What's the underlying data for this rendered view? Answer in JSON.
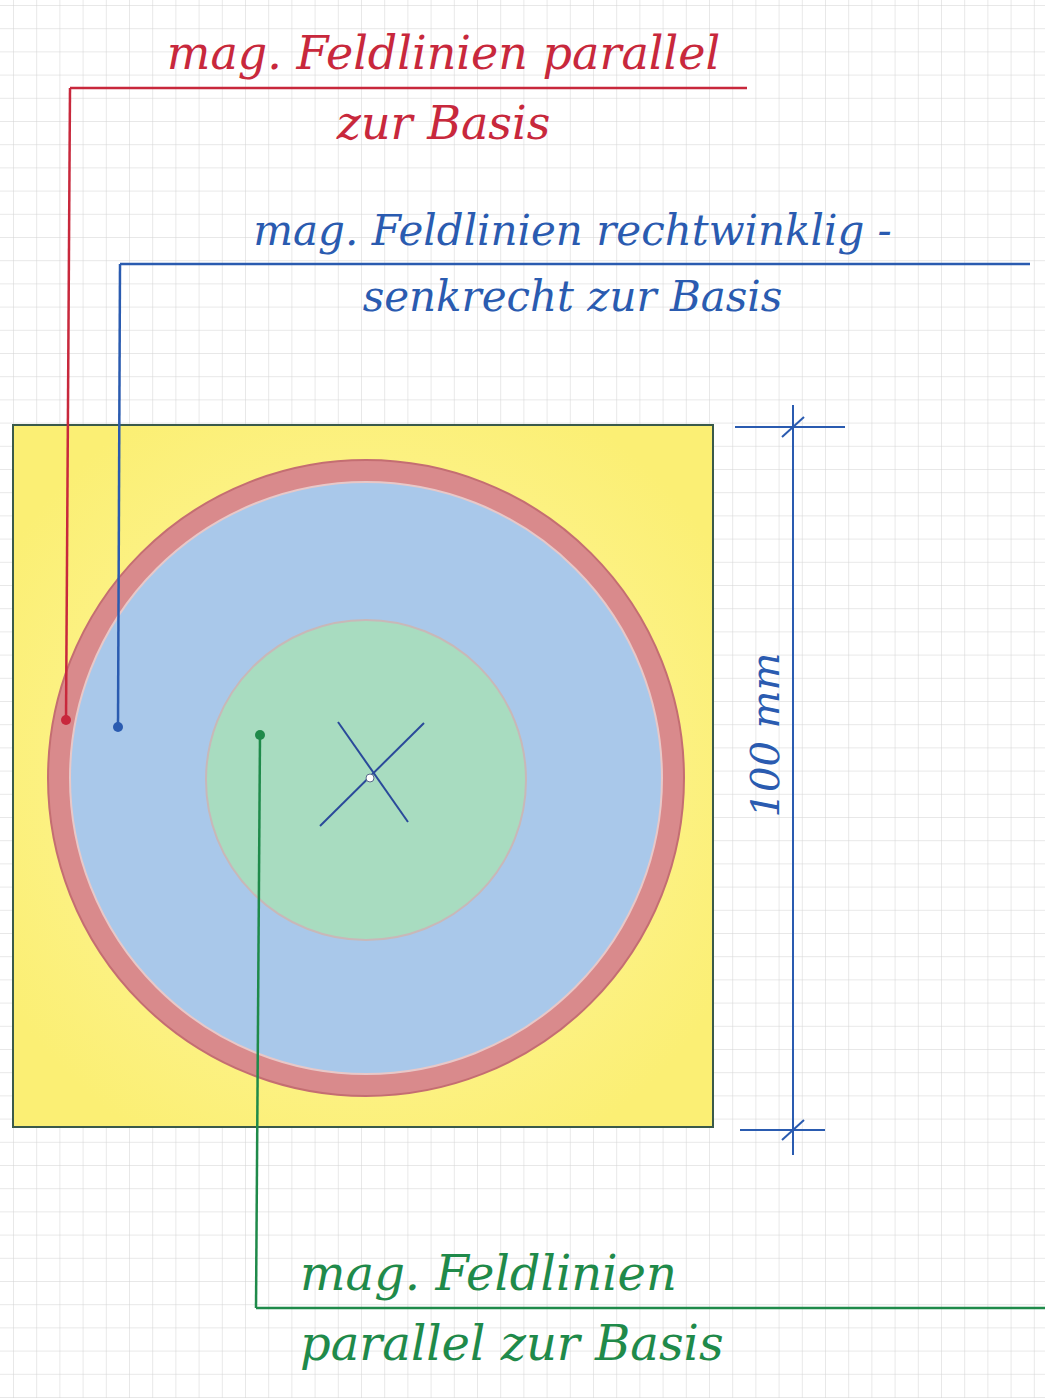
{
  "diagram": {
    "labels": [
      "mag. Feldlinien parallel zur Basis",
      "mag. Feldlinien rechtwinklig - senkrecht zur Basis",
      "mag. Feldlinien parallel zur Basis",
      "100 mm"
    ]
  }
}
